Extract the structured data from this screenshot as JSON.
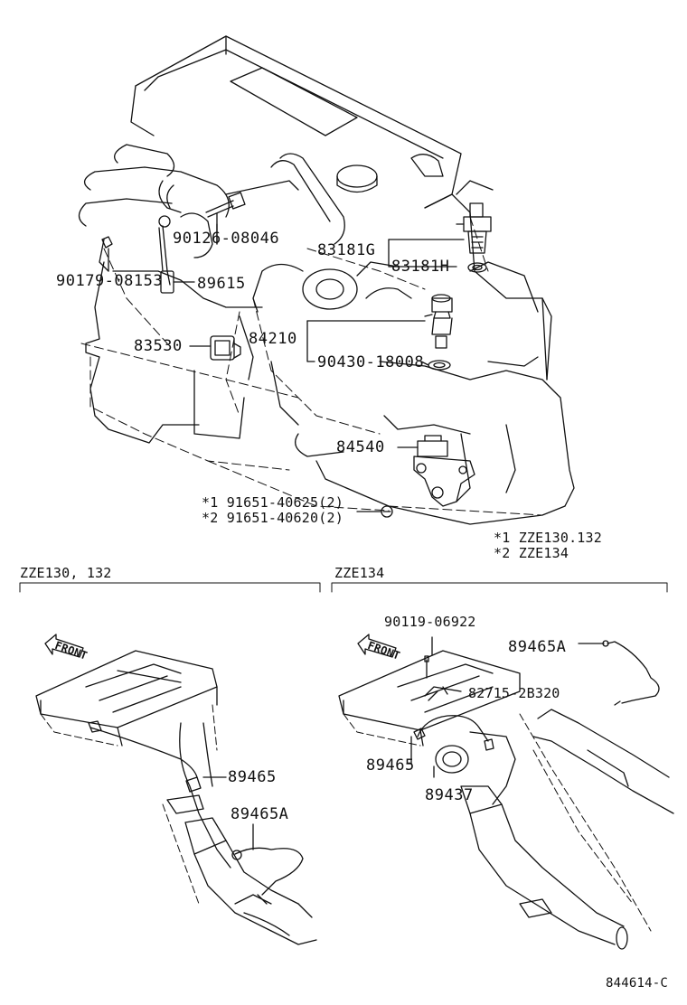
{
  "upper_callouts": {
    "p_90126_08046": "90126-08046",
    "p_83181G": "83181G",
    "p_83181H": "83181H",
    "p_90179_08153": "90179-08153",
    "p_89615": "89615",
    "p_83530": "83530",
    "p_84210": "84210",
    "p_90430_18008": "90430-18008",
    "p_84540": "84540",
    "bolt_line1": "*1 91651-40625(2)",
    "bolt_line2": "*2 91651-40620(2)",
    "note_line1": "*1 ZZE130.132",
    "note_line2": "*2 ZZE134"
  },
  "sections": {
    "left_title": "ZZE130, 132",
    "right_title": "ZZE134"
  },
  "left_callouts": {
    "p_89465": "89465",
    "p_89465A": "89465A"
  },
  "right_callouts": {
    "p_90119_06922": "90119-06922",
    "p_89465A": "89465A",
    "p_82715_2B320": "82715-2B320",
    "p_89465": "89465",
    "p_89437": "89437"
  },
  "front_label": "FRONT",
  "drawing_code": "844614-C"
}
